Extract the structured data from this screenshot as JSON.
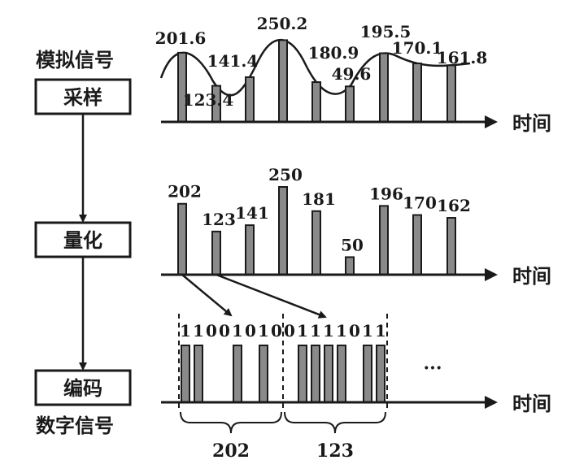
{
  "labels": {
    "analog_signal": "模拟信号",
    "sampling": "采样",
    "quantization": "量化",
    "encoding": "编码",
    "digital_signal": "数字信号",
    "time": "时间",
    "ellipsis": "···"
  },
  "samples": [
    "201.6",
    "123.4",
    "141.4",
    "250.2",
    "180.9",
    "49.6",
    "195.5",
    "170.1",
    "161.8"
  ],
  "sample_values": [
    201.6,
    123.4,
    141.4,
    250.2,
    180.9,
    49.6,
    195.5,
    170.1,
    161.8
  ],
  "quantized": [
    "202",
    "123",
    "141",
    "250",
    "181",
    "50",
    "196",
    "170",
    "162"
  ],
  "quantized_values": [
    202,
    123,
    141,
    250,
    181,
    50,
    196,
    170,
    162
  ],
  "codes": [
    {
      "value": "202",
      "bits": "11001010"
    },
    {
      "value": "123",
      "bits": "01111011"
    }
  ]
}
